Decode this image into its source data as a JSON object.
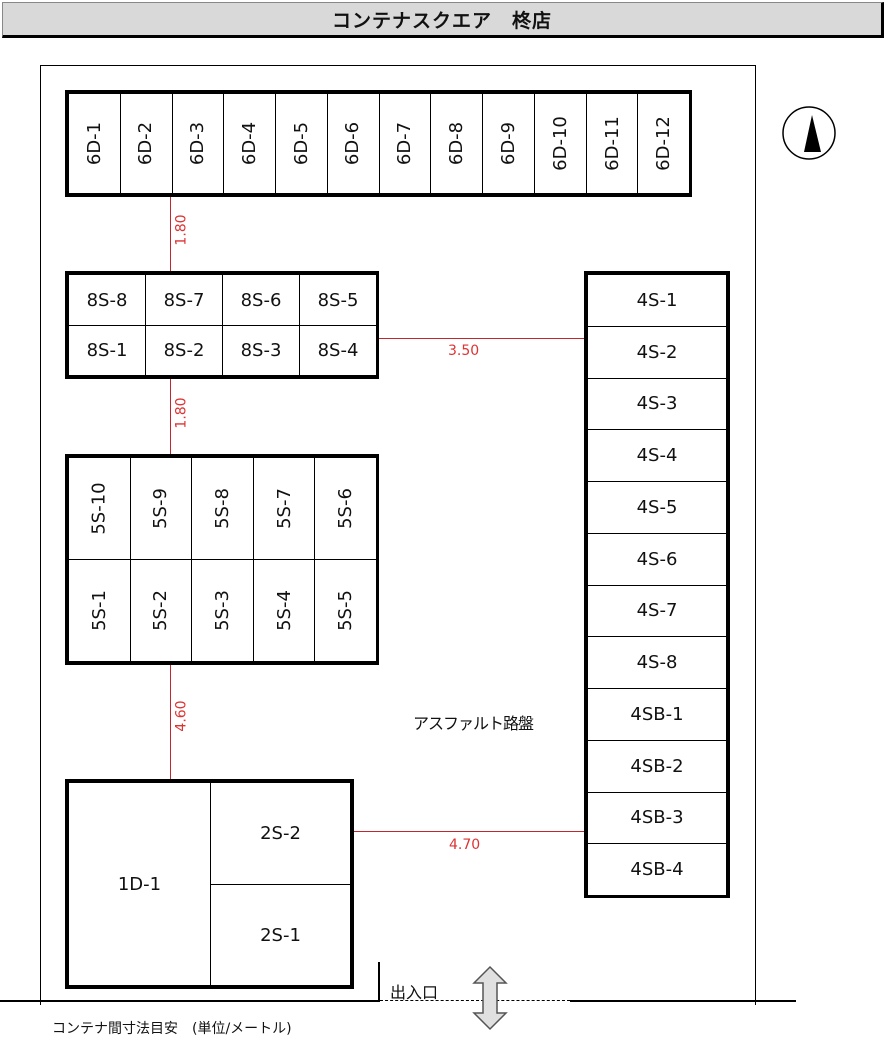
{
  "title": "コンテナスクエア　柊店",
  "compass": {
    "icon": "north-arrow-icon"
  },
  "surface_label": "アスファルト路盤",
  "entrance_label": "出入口",
  "footer_note": "コンテナ間寸法目安　(単位/メートル)",
  "colors": {
    "dimension": "#c0282d",
    "title_bg": "#d9d9d9"
  },
  "blocks": {
    "row_6d": [
      "6D-1",
      "6D-2",
      "6D-3",
      "6D-4",
      "6D-5",
      "6D-6",
      "6D-7",
      "6D-8",
      "6D-9",
      "6D-10",
      "6D-11",
      "6D-12"
    ],
    "block_8s_top": [
      "8S-8",
      "8S-7",
      "8S-6",
      "8S-5"
    ],
    "block_8s_bottom": [
      "8S-1",
      "8S-2",
      "8S-3",
      "8S-4"
    ],
    "block_5s_top": [
      "5S-10",
      "5S-9",
      "5S-8",
      "5S-7",
      "5S-6"
    ],
    "block_5s_bottom": [
      "5S-1",
      "5S-2",
      "5S-3",
      "5S-4",
      "5S-5"
    ],
    "column_4s": [
      "4S-1",
      "4S-2",
      "4S-3",
      "4S-4",
      "4S-5",
      "4S-6",
      "4S-7",
      "4S-8",
      "4SB-1",
      "4SB-2",
      "4SB-3",
      "4SB-4"
    ],
    "unit_1d": "1D-1",
    "unit_2s_top": "2S-2",
    "unit_2s_bottom": "2S-1"
  },
  "dimensions": {
    "d_6d_to_8s": "1.80",
    "d_8s_to_5s": "1.80",
    "d_5s_to_1d": "4.60",
    "d_8s_to_4s": "3.50",
    "d_2s_to_4sb": "4.70"
  }
}
